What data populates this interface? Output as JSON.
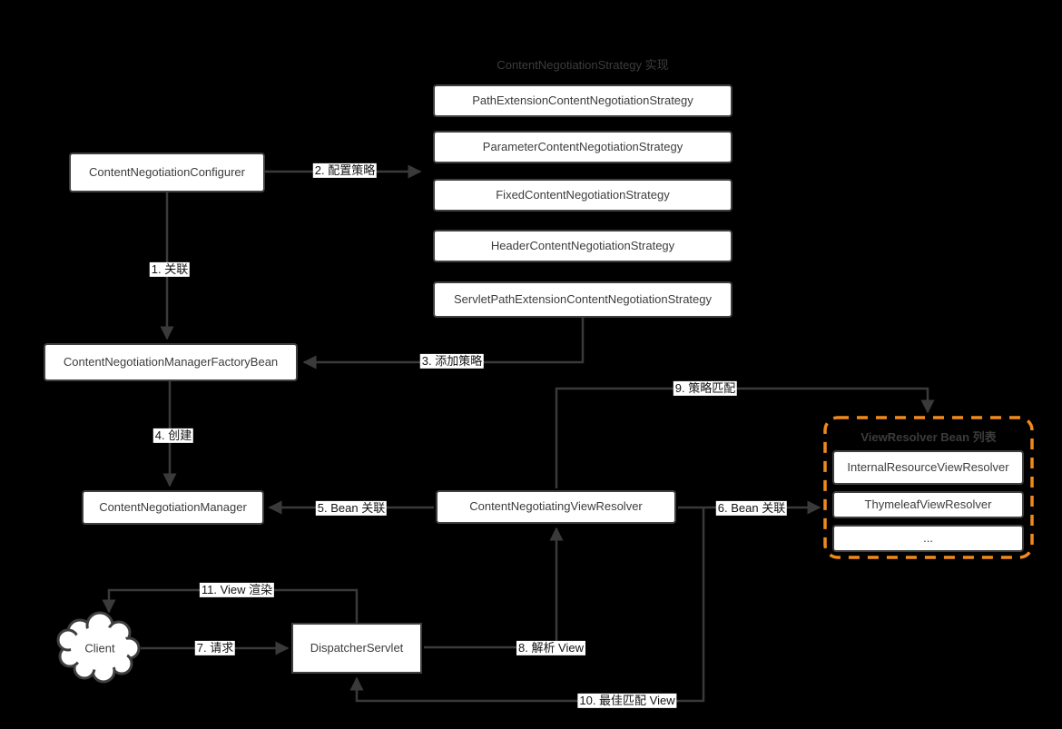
{
  "diagram": {
    "background": "#000000",
    "colors": {
      "line": "#3A3A3A",
      "box_border": "#3F3F3F",
      "box_fill": "#FFFFFF",
      "box_text": "#3D3D3D",
      "edge_label_text": "#141414",
      "group_title_text": "#3C3C3C",
      "accent_orange": "#F08A1D"
    },
    "titles": {
      "strategy_group": "ContentNegotiationStrategy 实现",
      "resolver_group": "ViewResolver Bean 列表"
    },
    "nodes": {
      "configurer": "ContentNegotiationConfigurer",
      "strategies": [
        "PathExtensionContentNegotiationStrategy",
        "ParameterContentNegotiationStrategy",
        "FixedContentNegotiationStrategy",
        "HeaderContentNegotiationStrategy",
        "ServletPathExtensionContentNegotiationStrategy"
      ],
      "factory_bean": "ContentNegotiationManagerFactoryBean",
      "manager": "ContentNegotiationManager",
      "negotiating_view_resolver": "ContentNegotiatingViewResolver",
      "resolvers": [
        "InternalResourceViewResolver",
        "ThymeleafViewResolver",
        "..."
      ],
      "client": "Client",
      "dispatcher_servlet": "DispatcherServlet"
    },
    "edges": {
      "e1": "1. 关联",
      "e2": "2. 配置策略",
      "e3": "3. 添加策略",
      "e4": "4. 创建",
      "e5": "5. Bean 关联",
      "e6": "6. Bean 关联",
      "e7": "7. 请求",
      "e8": "8. 解析 View",
      "e9": "9. 策略匹配",
      "e10": "10. 最佳匹配 View",
      "e11": "11. View 渲染"
    }
  }
}
